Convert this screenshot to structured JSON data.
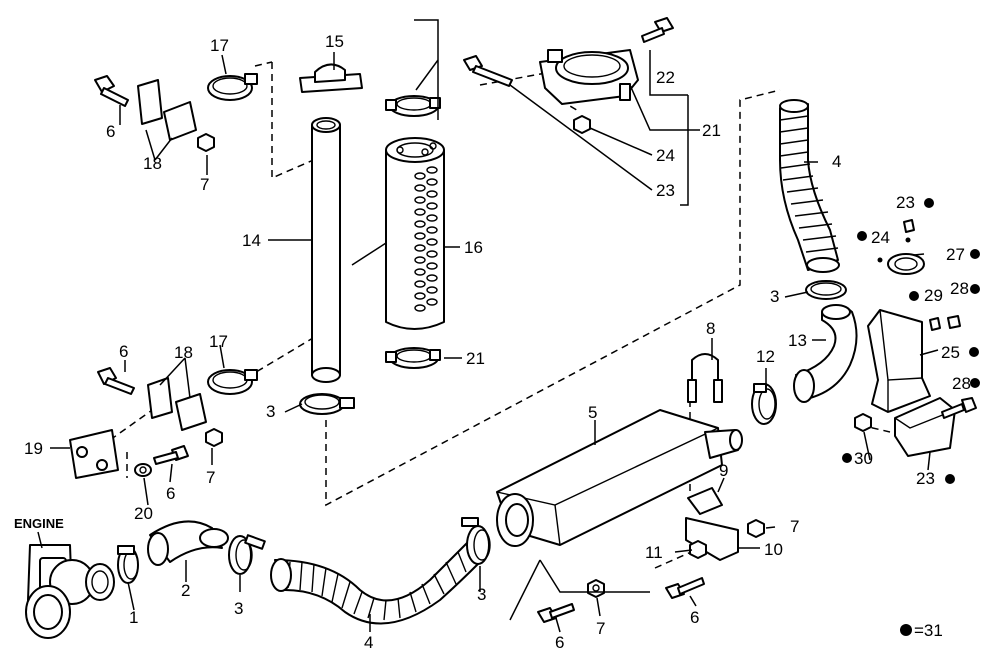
{
  "engine_label": "ENGINE",
  "legend": {
    "text": "=31",
    "marker": "filled-dot"
  },
  "callouts": [
    {
      "id": "c1",
      "text": "1"
    },
    {
      "id": "c2",
      "text": "2"
    },
    {
      "id": "c3a",
      "text": "3"
    },
    {
      "id": "c3b",
      "text": "3"
    },
    {
      "id": "c3c",
      "text": "3"
    },
    {
      "id": "c3d",
      "text": "3"
    },
    {
      "id": "c4a",
      "text": "4"
    },
    {
      "id": "c4b",
      "text": "4"
    },
    {
      "id": "c5",
      "text": "5"
    },
    {
      "id": "c6a",
      "text": "6"
    },
    {
      "id": "c6b",
      "text": "6"
    },
    {
      "id": "c6c",
      "text": "6"
    },
    {
      "id": "c6d",
      "text": "6"
    },
    {
      "id": "c6e",
      "text": "6"
    },
    {
      "id": "c7a",
      "text": "7"
    },
    {
      "id": "c7b",
      "text": "7"
    },
    {
      "id": "c7c",
      "text": "7"
    },
    {
      "id": "c7d",
      "text": "7"
    },
    {
      "id": "c8",
      "text": "8"
    },
    {
      "id": "c9",
      "text": "9"
    },
    {
      "id": "c10",
      "text": "10"
    },
    {
      "id": "c11",
      "text": "11"
    },
    {
      "id": "c12",
      "text": "12"
    },
    {
      "id": "c13",
      "text": "13"
    },
    {
      "id": "c14",
      "text": "14"
    },
    {
      "id": "c15",
      "text": "15"
    },
    {
      "id": "c16",
      "text": "16"
    },
    {
      "id": "c17a",
      "text": "17"
    },
    {
      "id": "c17b",
      "text": "17"
    },
    {
      "id": "c18a",
      "text": "18"
    },
    {
      "id": "c18b",
      "text": "18"
    },
    {
      "id": "c19",
      "text": "19"
    },
    {
      "id": "c20",
      "text": "20"
    },
    {
      "id": "c21a",
      "text": "21"
    },
    {
      "id": "c21b",
      "text": "21"
    },
    {
      "id": "c22",
      "text": "22"
    },
    {
      "id": "c23a",
      "text": "23"
    },
    {
      "id": "c23b",
      "text": "23"
    },
    {
      "id": "c23c",
      "text": "23"
    },
    {
      "id": "c24a",
      "text": "24"
    },
    {
      "id": "c24b",
      "text": "24"
    },
    {
      "id": "c25",
      "text": "25"
    },
    {
      "id": "c27",
      "text": "27"
    },
    {
      "id": "c28a",
      "text": "28"
    },
    {
      "id": "c28b",
      "text": "28"
    },
    {
      "id": "c29",
      "text": "29"
    },
    {
      "id": "c30",
      "text": "30"
    }
  ]
}
